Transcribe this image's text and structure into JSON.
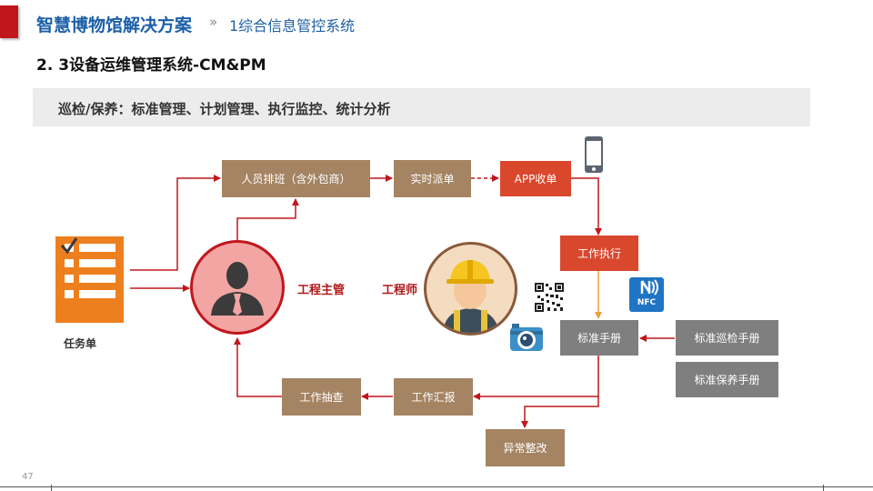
{
  "header": {
    "title": "智慧博物馆解决方案",
    "separator": "»",
    "subtitle": "1综合信息管控系统"
  },
  "section_title": "2. 3设备运维管理系统-CM&PM",
  "banner": "巡检/保养：标准管理、计划管理、执行监控、统计分析",
  "task_label": "任务单",
  "roles": {
    "supervisor": "工程主管",
    "engineer": "工程师"
  },
  "boxes": {
    "scheduling": "人员排班（含外包商）",
    "dispatch": "实时派单",
    "app_receive": "APP收单",
    "execute": "工作执行",
    "manual": "标准手册",
    "patrol_manual": "标准巡检手册",
    "maintain_manual": "标准保养手册",
    "report": "工作汇报",
    "check": "工作抽查",
    "rectify": "异常整改"
  },
  "nfc_label": "NFC",
  "page_number": "47",
  "colors": {
    "brand_blue": "#1d5fa8",
    "arrow_red": "#c0171d",
    "box_brown": "#a48462",
    "box_red": "#d9472d",
    "box_gray": "#7f7f7f",
    "nfc_blue": "#1f74c4",
    "task_orange": "#ee7f1e"
  },
  "icons": [
    "clipboard-icon",
    "manager-avatar-icon",
    "engineer-avatar-icon",
    "phone-icon",
    "qr-code-icon",
    "camera-icon",
    "nfc-icon"
  ]
}
